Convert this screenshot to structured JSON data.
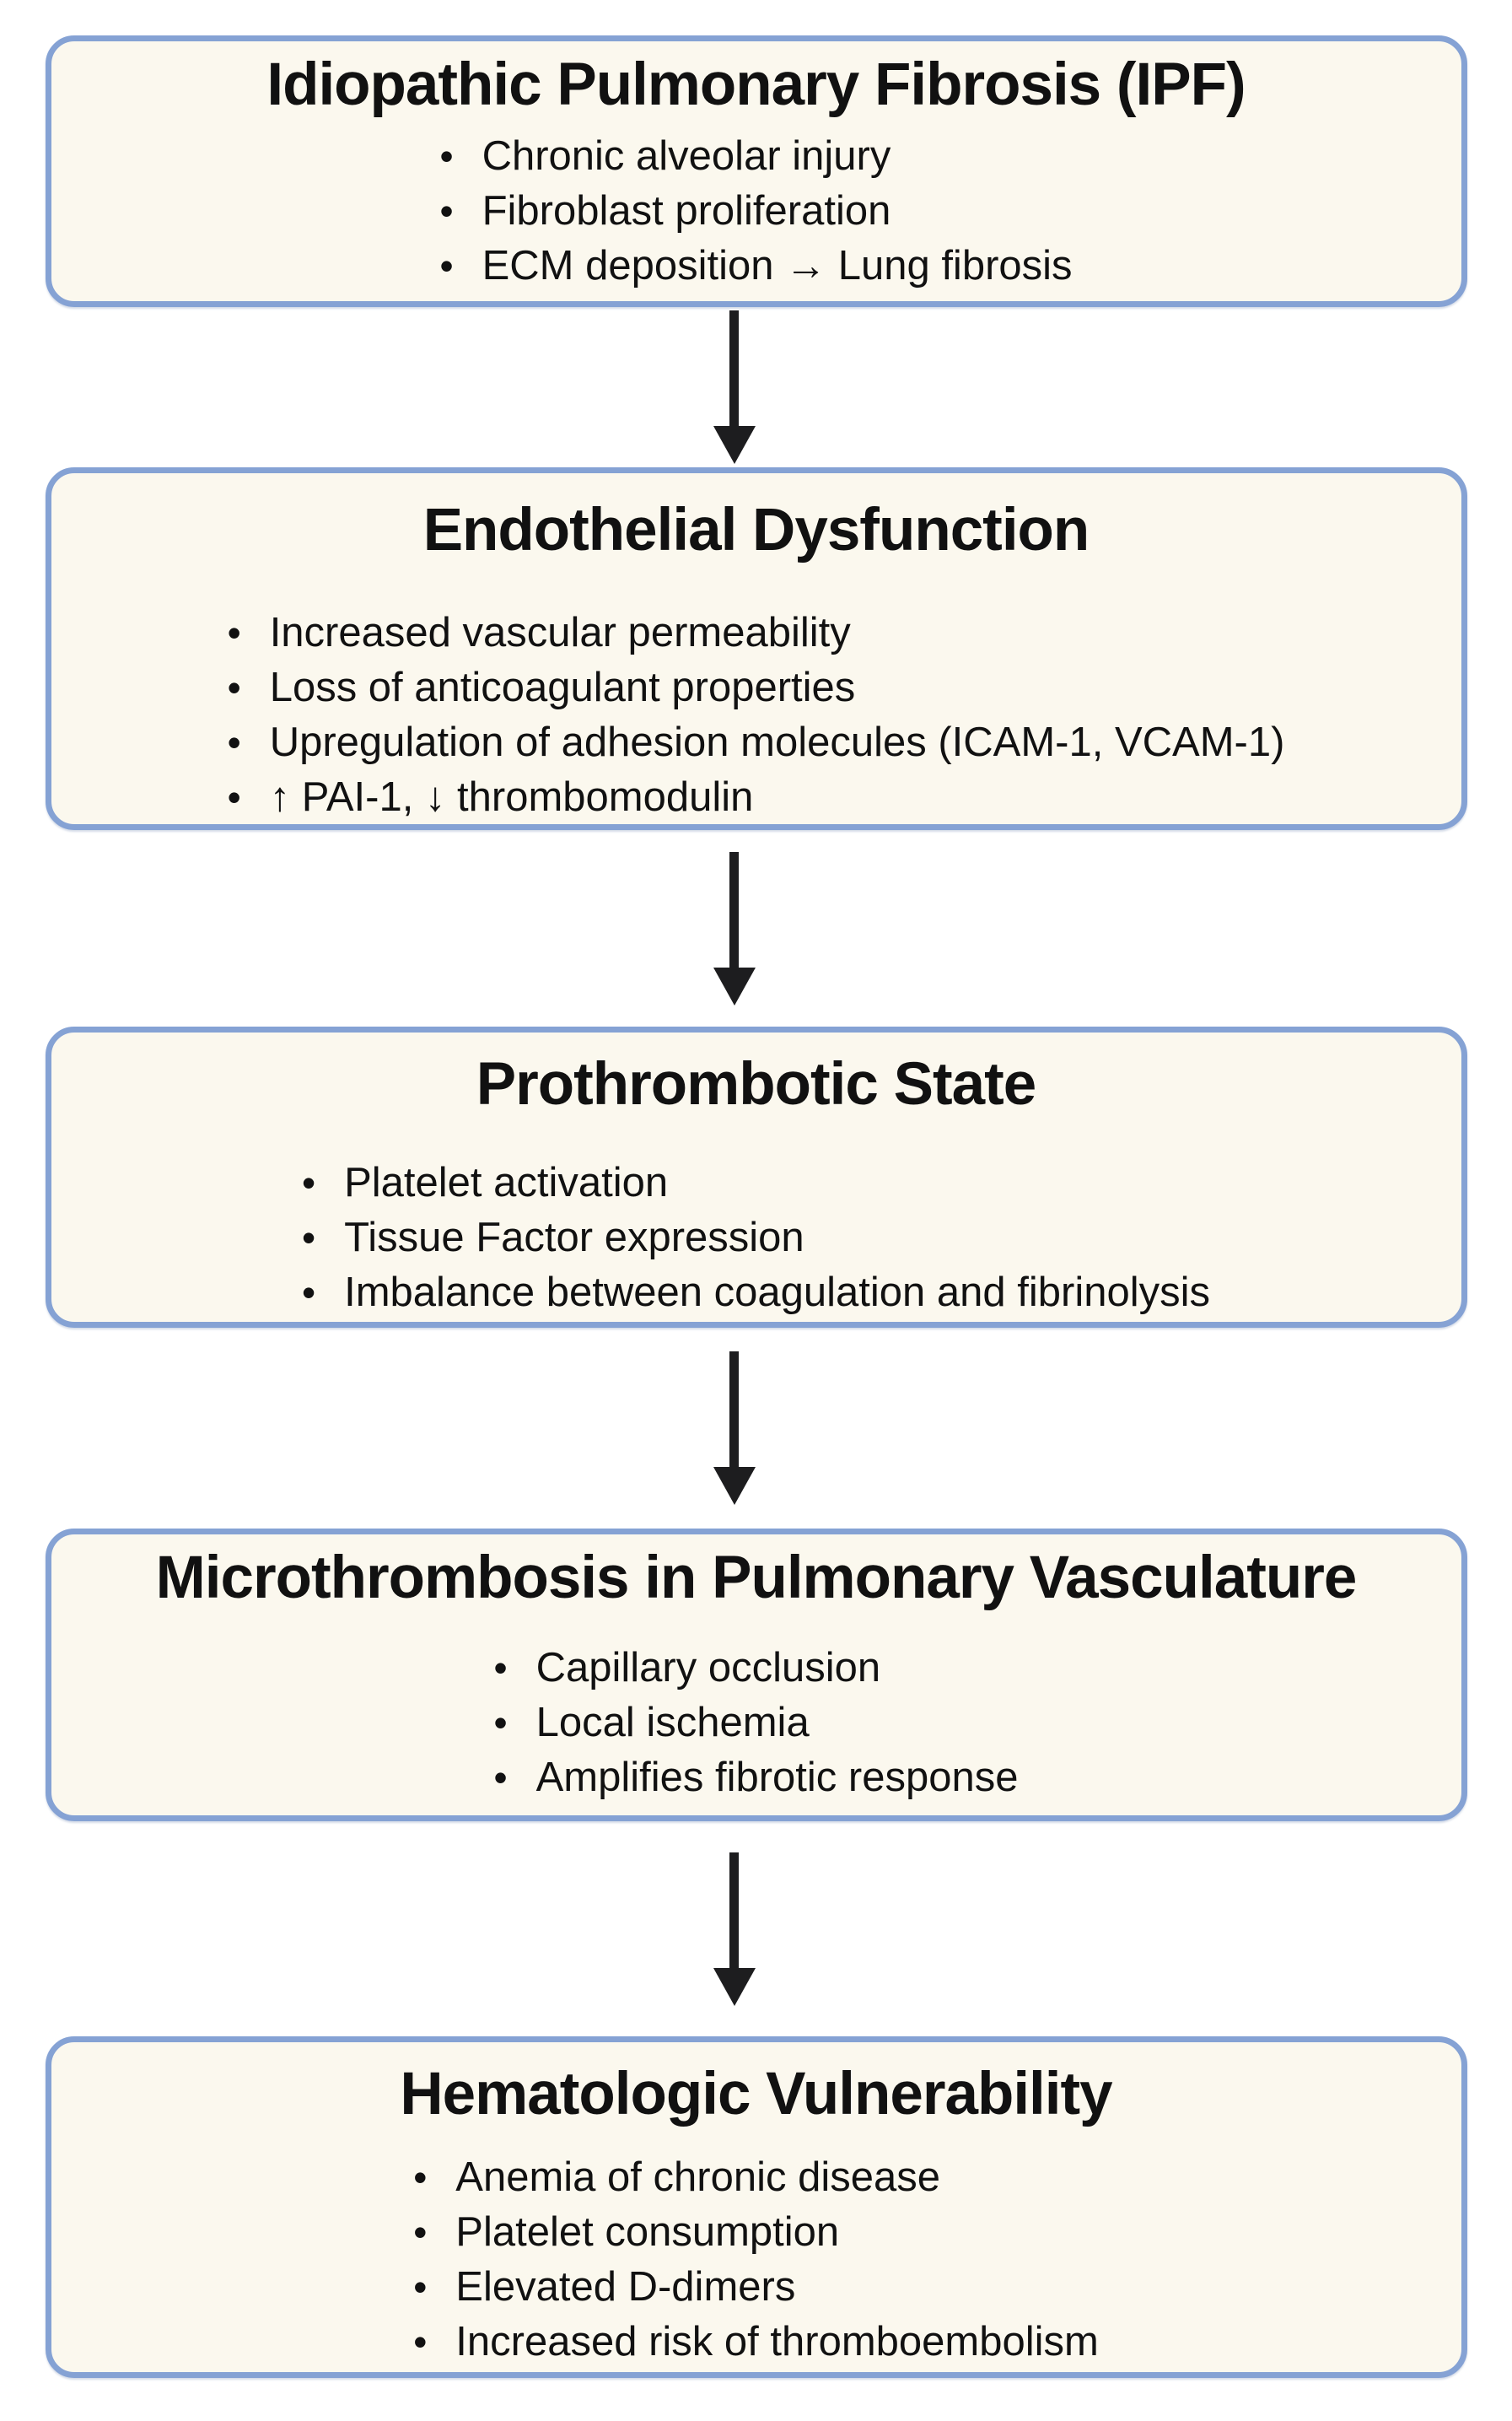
{
  "colors": {
    "page_bg": "#ffffff",
    "box_fill": "#fbf8ee",
    "box_border": "#85a2d4",
    "text": "#111111",
    "arrow": "#1d1d1f"
  },
  "flowchart": {
    "boxes": [
      {
        "id": "ipf",
        "title": "Idiopathic Pulmonary Fibrosis (IPF)",
        "bullets": [
          "Chronic alveolar injury",
          "Fibroblast proliferation",
          "ECM deposition → Lung fibrosis"
        ]
      },
      {
        "id": "endothelial-dysfunction",
        "title": "Endothelial Dysfunction",
        "bullets": [
          "Increased vascular permeability",
          "Loss of anticoagulant properties",
          "Upregulation of adhesion molecules (ICAM-1, VCAM-1)",
          "↑ PAI-1, ↓ thrombomodulin"
        ]
      },
      {
        "id": "prothrombotic-state",
        "title": "Prothrombotic State",
        "bullets": [
          "Platelet activation",
          "Tissue Factor expression",
          "Imbalance between coagulation and fibrinolysis"
        ]
      },
      {
        "id": "microthrombosis",
        "title": "Microthrombosis in Pulmonary Vasculature",
        "bullets": [
          "Capillary occlusion",
          "Local ischemia",
          "Amplifies fibrotic response"
        ]
      },
      {
        "id": "hematologic-vulnerability",
        "title": "Hematologic Vulnerability",
        "bullets": [
          "Anemia of chronic disease",
          "Platelet consumption",
          "Elevated D-dimers",
          "Increased risk of thromboembolism"
        ]
      }
    ]
  }
}
